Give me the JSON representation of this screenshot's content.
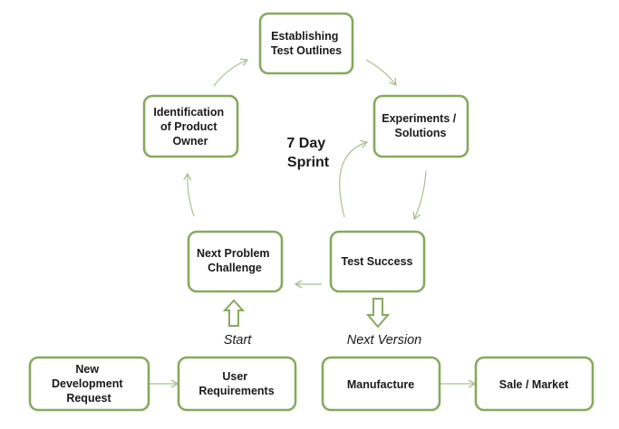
{
  "diagram": {
    "center_label": [
      "7 Day",
      "Sprint"
    ],
    "nodes": [
      {
        "id": "establishing",
        "lines": [
          "Establishing",
          "Test Outlines"
        ]
      },
      {
        "id": "experiments",
        "lines": [
          "Experiments /",
          "Solutions"
        ]
      },
      {
        "id": "identification",
        "lines": [
          "Identification",
          "of Product",
          "Owner"
        ]
      },
      {
        "id": "next-problem",
        "lines": [
          "Next Problem",
          "Challenge"
        ]
      },
      {
        "id": "test-success",
        "lines": [
          "Test Success"
        ]
      },
      {
        "id": "new-dev",
        "lines": [
          "New",
          "Development",
          "Request"
        ]
      },
      {
        "id": "user-req",
        "lines": [
          "User",
          "Requirements"
        ]
      },
      {
        "id": "manufacture",
        "lines": [
          "Manufacture"
        ]
      },
      {
        "id": "sale",
        "lines": [
          "Sale / Market"
        ]
      }
    ],
    "labels": {
      "start": "Start",
      "next_version": "Next Version"
    },
    "colors": {
      "box_border": "#86a95d",
      "arrow": "#a9c08c",
      "text": "#1a1a1a",
      "background": "#ffffff"
    }
  }
}
